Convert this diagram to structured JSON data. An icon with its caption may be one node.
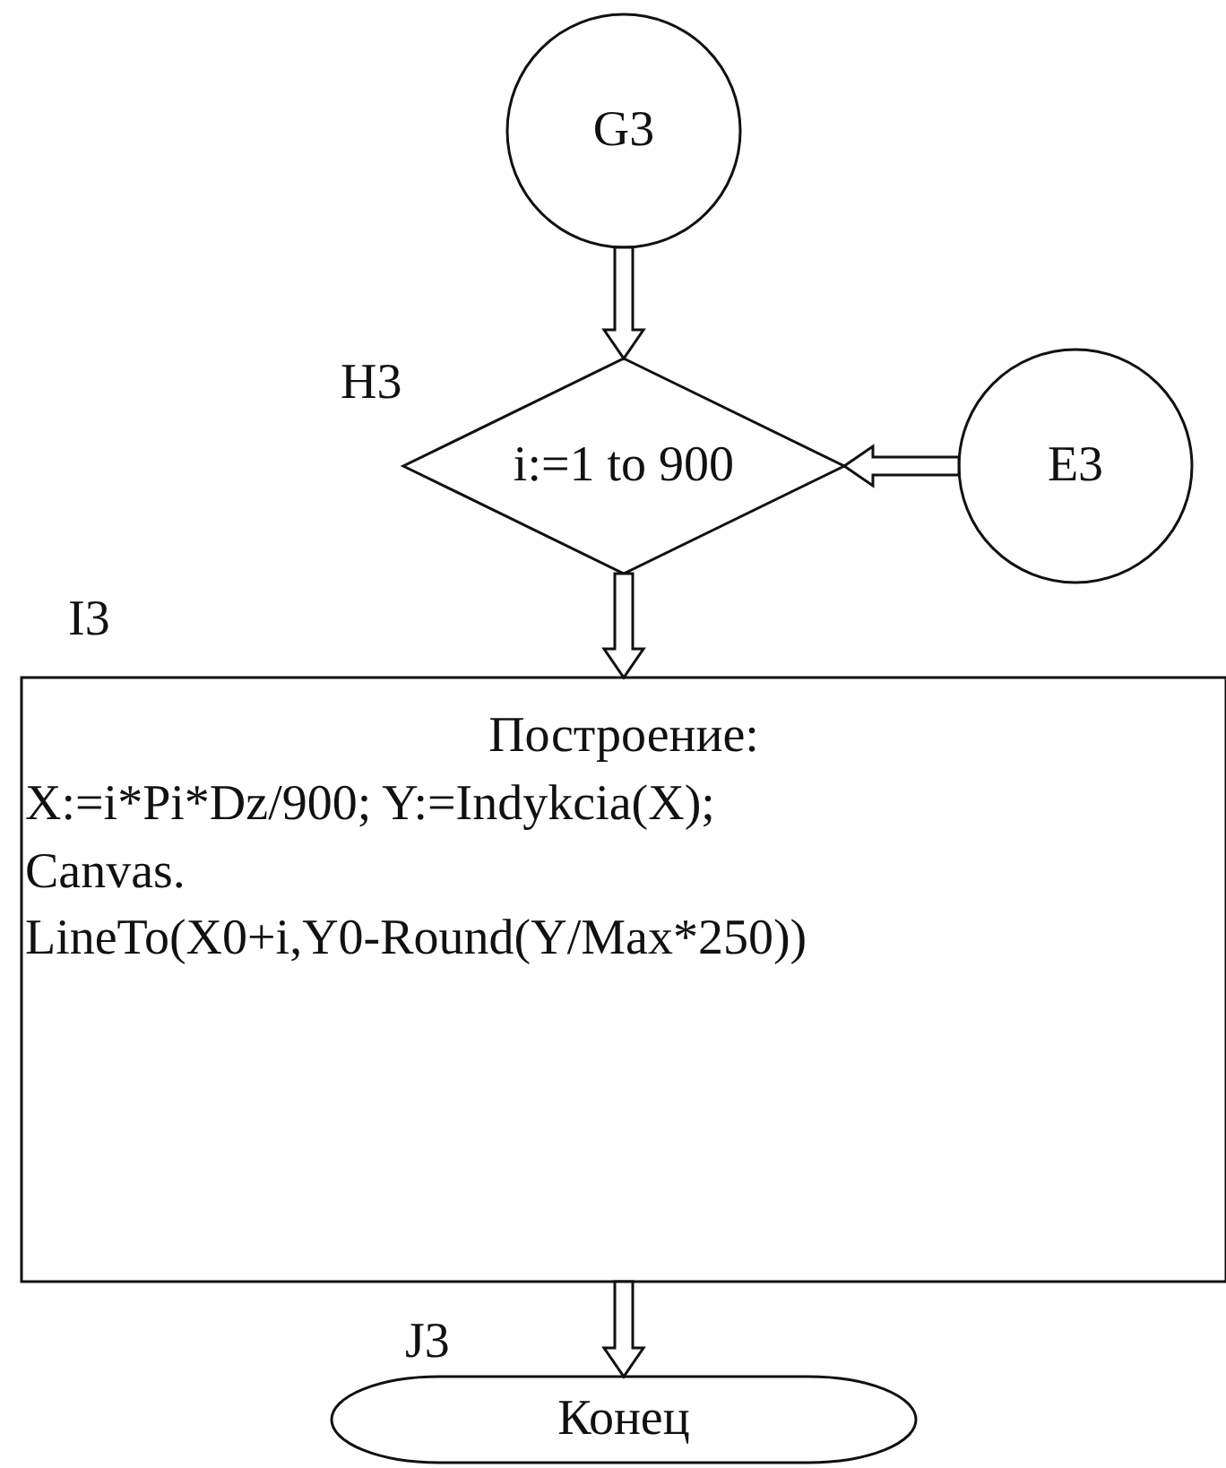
{
  "diagram": {
    "nodes": [
      {
        "text": [
          "G3"
        ]
      },
      {
        "text": [
          "i:=1 to 900"
        ],
        "beside": [
          "H3"
        ]
      },
      {
        "text": [
          "E3"
        ]
      },
      {
        "text": [
          "Построение:",
          "X:=i*Pi*Dz/900; Y:=Indykcia(X);",
          "Canvas.",
          "LineTo(X0+i,Y0-Round(Y/Max*250))"
        ],
        "beside": [
          "I3"
        ]
      },
      {
        "text": [
          "Конец"
        ],
        "beside": [
          "J3"
        ]
      }
    ],
    "edges": [
      {
        "from": 0,
        "to": 1,
        "arrow": "to"
      },
      {
        "from": 2,
        "to": 1,
        "arrow": "to"
      },
      {
        "from": 1,
        "to": 3,
        "arrow": "to"
      },
      {
        "from": 3,
        "to": 4,
        "arrow": "to"
      }
    ]
  }
}
